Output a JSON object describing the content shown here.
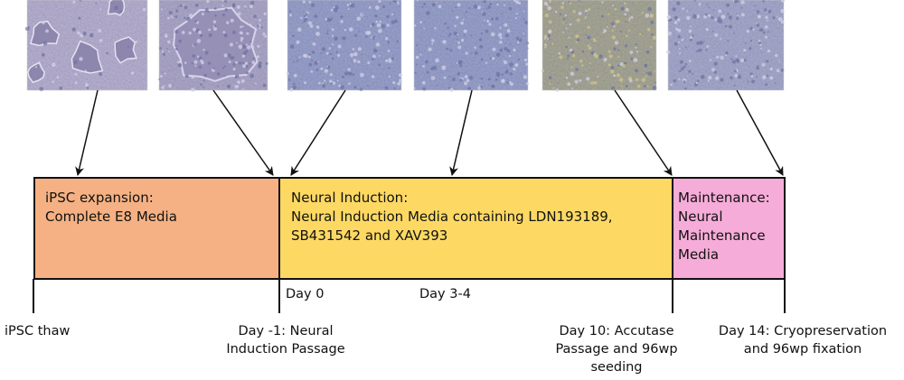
{
  "phases": [
    {
      "title": "iPSC expansion:",
      "lines": [
        "Complete E8 Media"
      ],
      "color": "#f5b183"
    },
    {
      "title": "Neural Induction:",
      "lines": [
        "Neural Induction Media containing LDN193189,",
        "SB431542 and XAV393"
      ],
      "color": "#fdd964"
    },
    {
      "title": "Maintenance:",
      "lines": [
        "Neural",
        "Maintenance",
        "Media"
      ],
      "color": "#f6acd8"
    }
  ],
  "ticks_above": [
    "Day 0",
    "Day 3-4"
  ],
  "ticks_below": [
    {
      "lines": [
        "iPSC thaw"
      ]
    },
    {
      "lines": [
        "Day -1: Neural",
        "Induction Passage"
      ]
    },
    {
      "lines": [
        "Day 10: Accutase",
        "Passage and 96wp",
        "seeding"
      ]
    },
    {
      "lines": [
        "Day 14: Cryopreservation",
        "and 96wp fixation"
      ]
    }
  ],
  "micrographs": [
    {
      "name": "micrograph-ipsc-colonies",
      "style": "colonies"
    },
    {
      "name": "micrograph-ipsc-large-colony",
      "style": "large-colony"
    },
    {
      "name": "micrograph-day0",
      "style": "dense"
    },
    {
      "name": "micrograph-day3-4",
      "style": "dense"
    },
    {
      "name": "micrograph-day10",
      "style": "dense-yellow"
    },
    {
      "name": "micrograph-day14",
      "style": "dense-light"
    }
  ],
  "colors": {
    "stroke": "#111111",
    "micrograph_purple": "#b9b2d4",
    "micrograph_dense": "#9aa3cf"
  }
}
